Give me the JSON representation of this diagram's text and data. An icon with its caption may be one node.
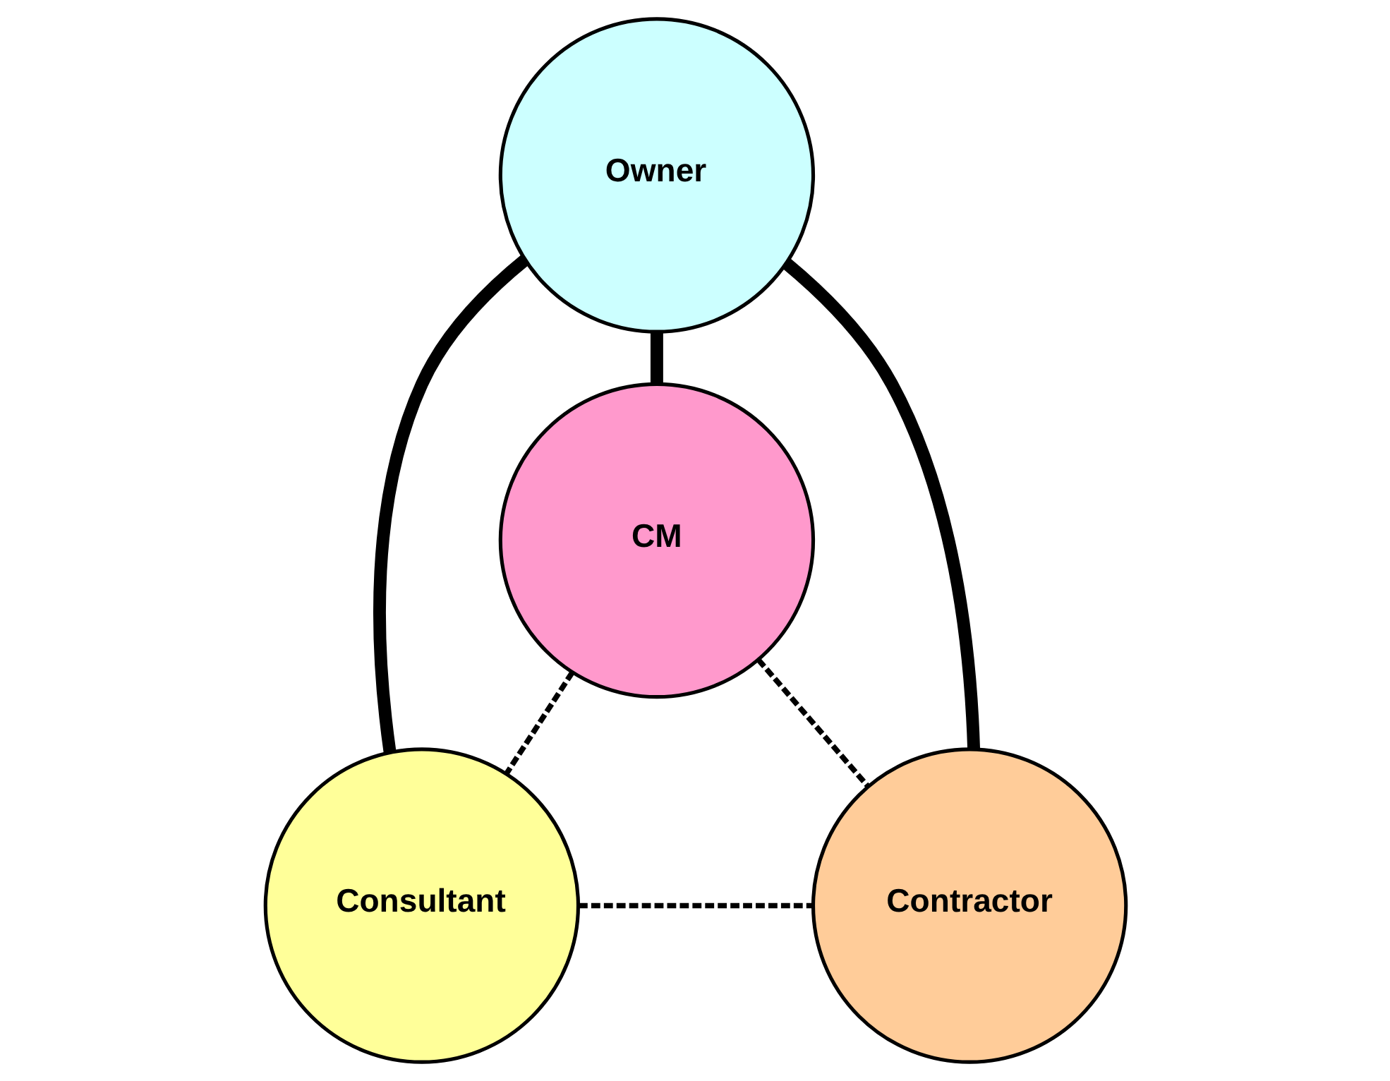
{
  "diagram": {
    "nodes": [
      {
        "text": [
          "Owner"
        ]
      },
      {
        "text": [
          "CM"
        ]
      },
      {
        "text": [
          "Consultant"
        ]
      },
      {
        "text": [
          "Contractor"
        ]
      }
    ],
    "edges": [
      {
        "from": 0,
        "to": 2,
        "arrow": "none",
        "style": "thick"
      },
      {
        "from": 0,
        "to": 1,
        "arrow": "none",
        "style": "thick"
      },
      {
        "from": 0,
        "to": 3,
        "arrow": "none",
        "style": "thick"
      },
      {
        "from": 1,
        "to": 2,
        "arrow": "none",
        "style": "dashed"
      },
      {
        "from": 1,
        "to": 3,
        "arrow": "none",
        "style": "dashed"
      },
      {
        "from": 2,
        "to": 3,
        "arrow": "none",
        "style": "dashed"
      }
    ]
  }
}
